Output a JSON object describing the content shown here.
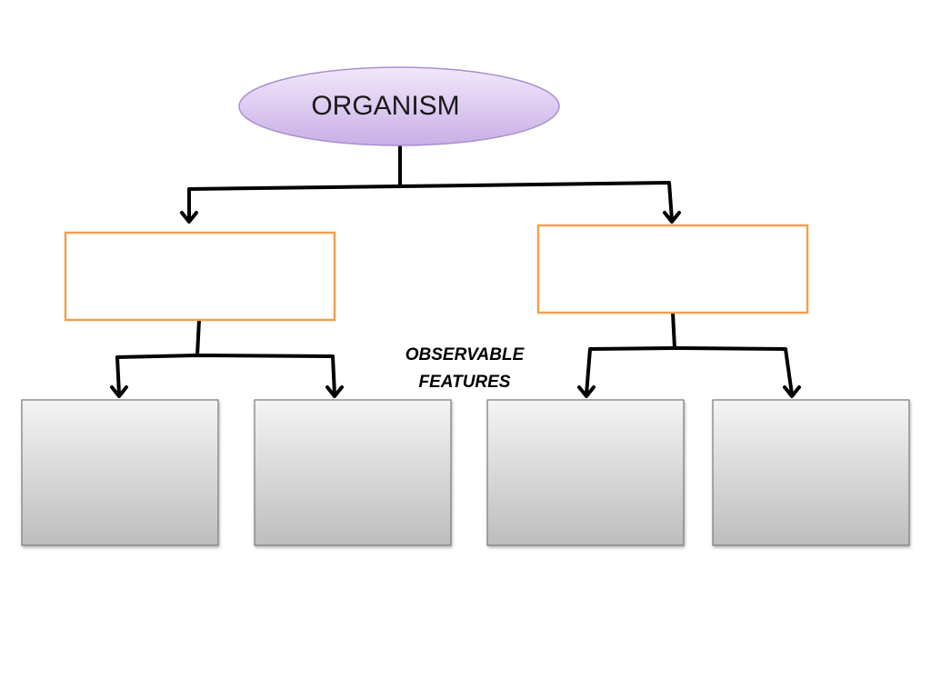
{
  "diagram": {
    "root": {
      "label": "ORGANISM"
    },
    "annotation": {
      "line1": "OBSERVABLE",
      "line2": "FEATURES"
    },
    "colors": {
      "root_fill_top": "#f1e8fb",
      "root_fill_bottom": "#c9afe6",
      "root_stroke": "#a98fce",
      "category_box_stroke": "#f0a050",
      "leaf_fill_top": "#f4f4f4",
      "leaf_fill_bottom": "#bdbdbd",
      "leaf_stroke": "#7a7a7a",
      "connector": "#000000"
    }
  }
}
